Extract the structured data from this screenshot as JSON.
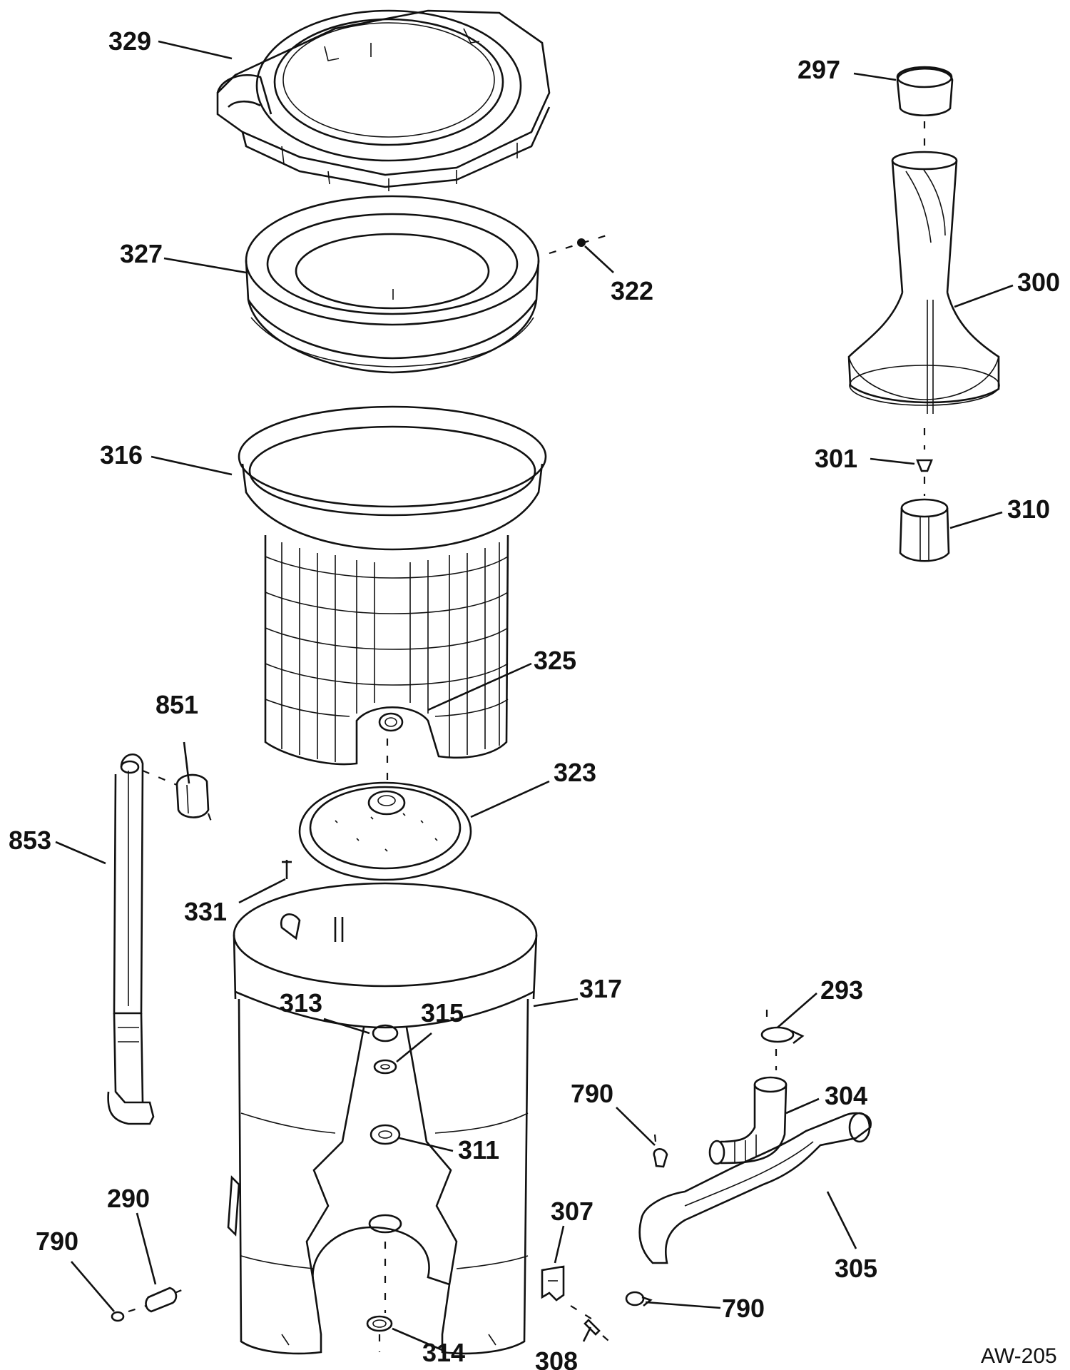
{
  "figure_code": "AW-205",
  "parts": [
    {
      "id": "329",
      "label": "329",
      "name": "tub-cover"
    },
    {
      "id": "327",
      "label": "327",
      "name": "balance-ring"
    },
    {
      "id": "322",
      "label": "322",
      "name": "screw"
    },
    {
      "id": "316",
      "label": "316",
      "name": "basket-top-rim"
    },
    {
      "id": "325",
      "label": "325",
      "name": "wash-basket"
    },
    {
      "id": "323",
      "label": "323",
      "name": "basket-hub-plate"
    },
    {
      "id": "331",
      "label": "331",
      "name": "screw"
    },
    {
      "id": "851",
      "label": "851",
      "name": "hose-connector"
    },
    {
      "id": "853",
      "label": "853",
      "name": "drain-tube"
    },
    {
      "id": "317",
      "label": "317",
      "name": "outer-tub"
    },
    {
      "id": "313",
      "label": "313",
      "name": "tub-seal"
    },
    {
      "id": "315",
      "label": "315",
      "name": "washer"
    },
    {
      "id": "311",
      "label": "311",
      "name": "tub-nut"
    },
    {
      "id": "314",
      "label": "314",
      "name": "gasket-ring"
    },
    {
      "id": "297",
      "label": "297",
      "name": "agitator-cap"
    },
    {
      "id": "300",
      "label": "300",
      "name": "agitator"
    },
    {
      "id": "301",
      "label": "301",
      "name": "agitator-bolt"
    },
    {
      "id": "310",
      "label": "310",
      "name": "agitator-coupling"
    },
    {
      "id": "293",
      "label": "293",
      "name": "hose-clamp"
    },
    {
      "id": "304",
      "label": "304",
      "name": "elbow-hose"
    },
    {
      "id": "305",
      "label": "305",
      "name": "drain-hose"
    },
    {
      "id": "307",
      "label": "307",
      "name": "clip"
    },
    {
      "id": "308",
      "label": "308",
      "name": "screw"
    },
    {
      "id": "790a",
      "label": "790",
      "name": "clamp"
    },
    {
      "id": "790b",
      "label": "790",
      "name": "clamp"
    },
    {
      "id": "790c",
      "label": "790",
      "name": "clamp"
    },
    {
      "id": "290",
      "label": "290",
      "name": "grommet"
    }
  ]
}
